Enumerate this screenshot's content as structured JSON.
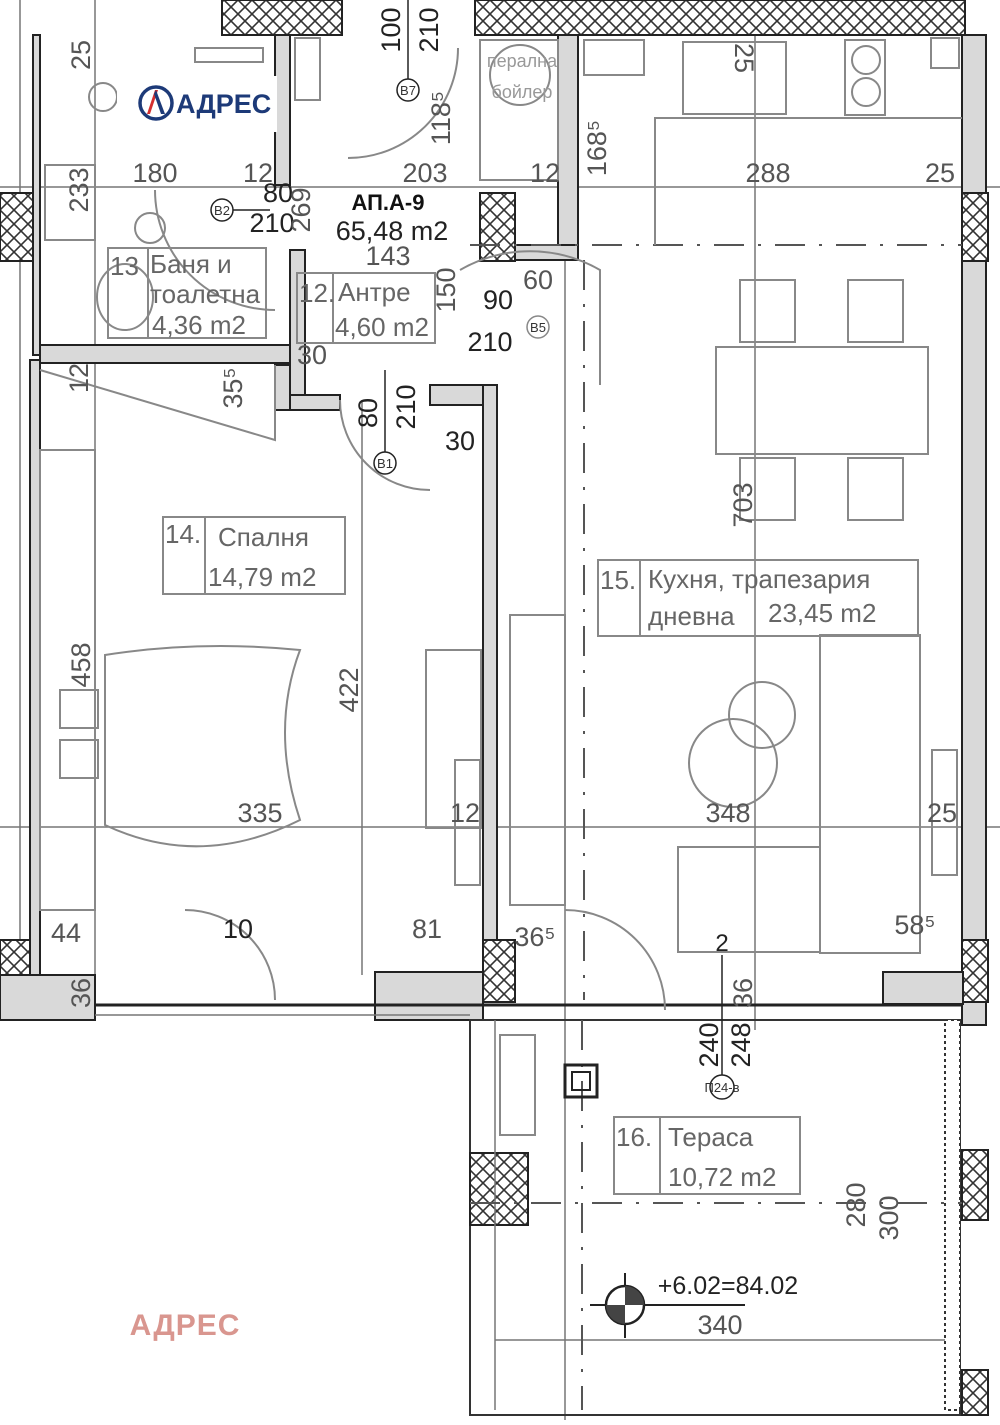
{
  "apartment": {
    "name": "АП.А-9",
    "area": "65,48 m2"
  },
  "logo": {
    "text": "АДРЕС",
    "color": "#1d3a78",
    "accent": "#d32f2f"
  },
  "watermark": {
    "text": "АДРЕС",
    "color": "#d9968f"
  },
  "rooms": [
    {
      "number": "13",
      "name_line1": "Баня и",
      "name_line2": "тоалетна",
      "area": "4,36 m2"
    },
    {
      "number": "12.",
      "name": "Антре",
      "area": "4,60 m2"
    },
    {
      "number": "14.",
      "name": "Спалня",
      "area": "14,79 m2"
    },
    {
      "number": "15.",
      "name_line1": "Кухня, трапезария",
      "name_line2": "дневна",
      "area": "23,45 m2"
    },
    {
      "number": "16.",
      "name": "Тераса",
      "area": "10,72 m2"
    }
  ],
  "appliances": {
    "washer": "перална",
    "boiler": "бойлер"
  },
  "doors": {
    "b1": "B1",
    "b2": "B2",
    "b5": "B5",
    "b7": "B7",
    "p24": "П24-в"
  },
  "level": "+6.02=84.02",
  "dims": {
    "d100": "100",
    "d210a": "210",
    "d1185": "118⁵",
    "d25a": "25",
    "d233": "233",
    "d180": "180",
    "d12a": "12",
    "d203": "203",
    "d12b": "12",
    "d1685": "168⁵",
    "d25b": "25",
    "d288": "288",
    "d25c": "25",
    "d80a": "80",
    "d210b": "210",
    "d269": "269",
    "d143": "143",
    "d150": "150",
    "d60": "60",
    "d90": "90",
    "d210c": "210",
    "d30a": "30",
    "d12c": "12",
    "d355": "35⁵",
    "d80b": "80",
    "d210d": "210",
    "d30b": "30",
    "d703": "703",
    "d458": "458",
    "d422": "422",
    "d335": "335",
    "d12d": "12",
    "d348": "348",
    "d25d": "25",
    "d44": "44",
    "d10": "10",
    "d81": "81",
    "d365": "36⁵",
    "d2": "2",
    "d585": "58⁵",
    "d36a": "36",
    "d36b": "36",
    "d240": "240",
    "d248": "248",
    "d280": "280",
    "d300": "300",
    "d340": "340"
  }
}
